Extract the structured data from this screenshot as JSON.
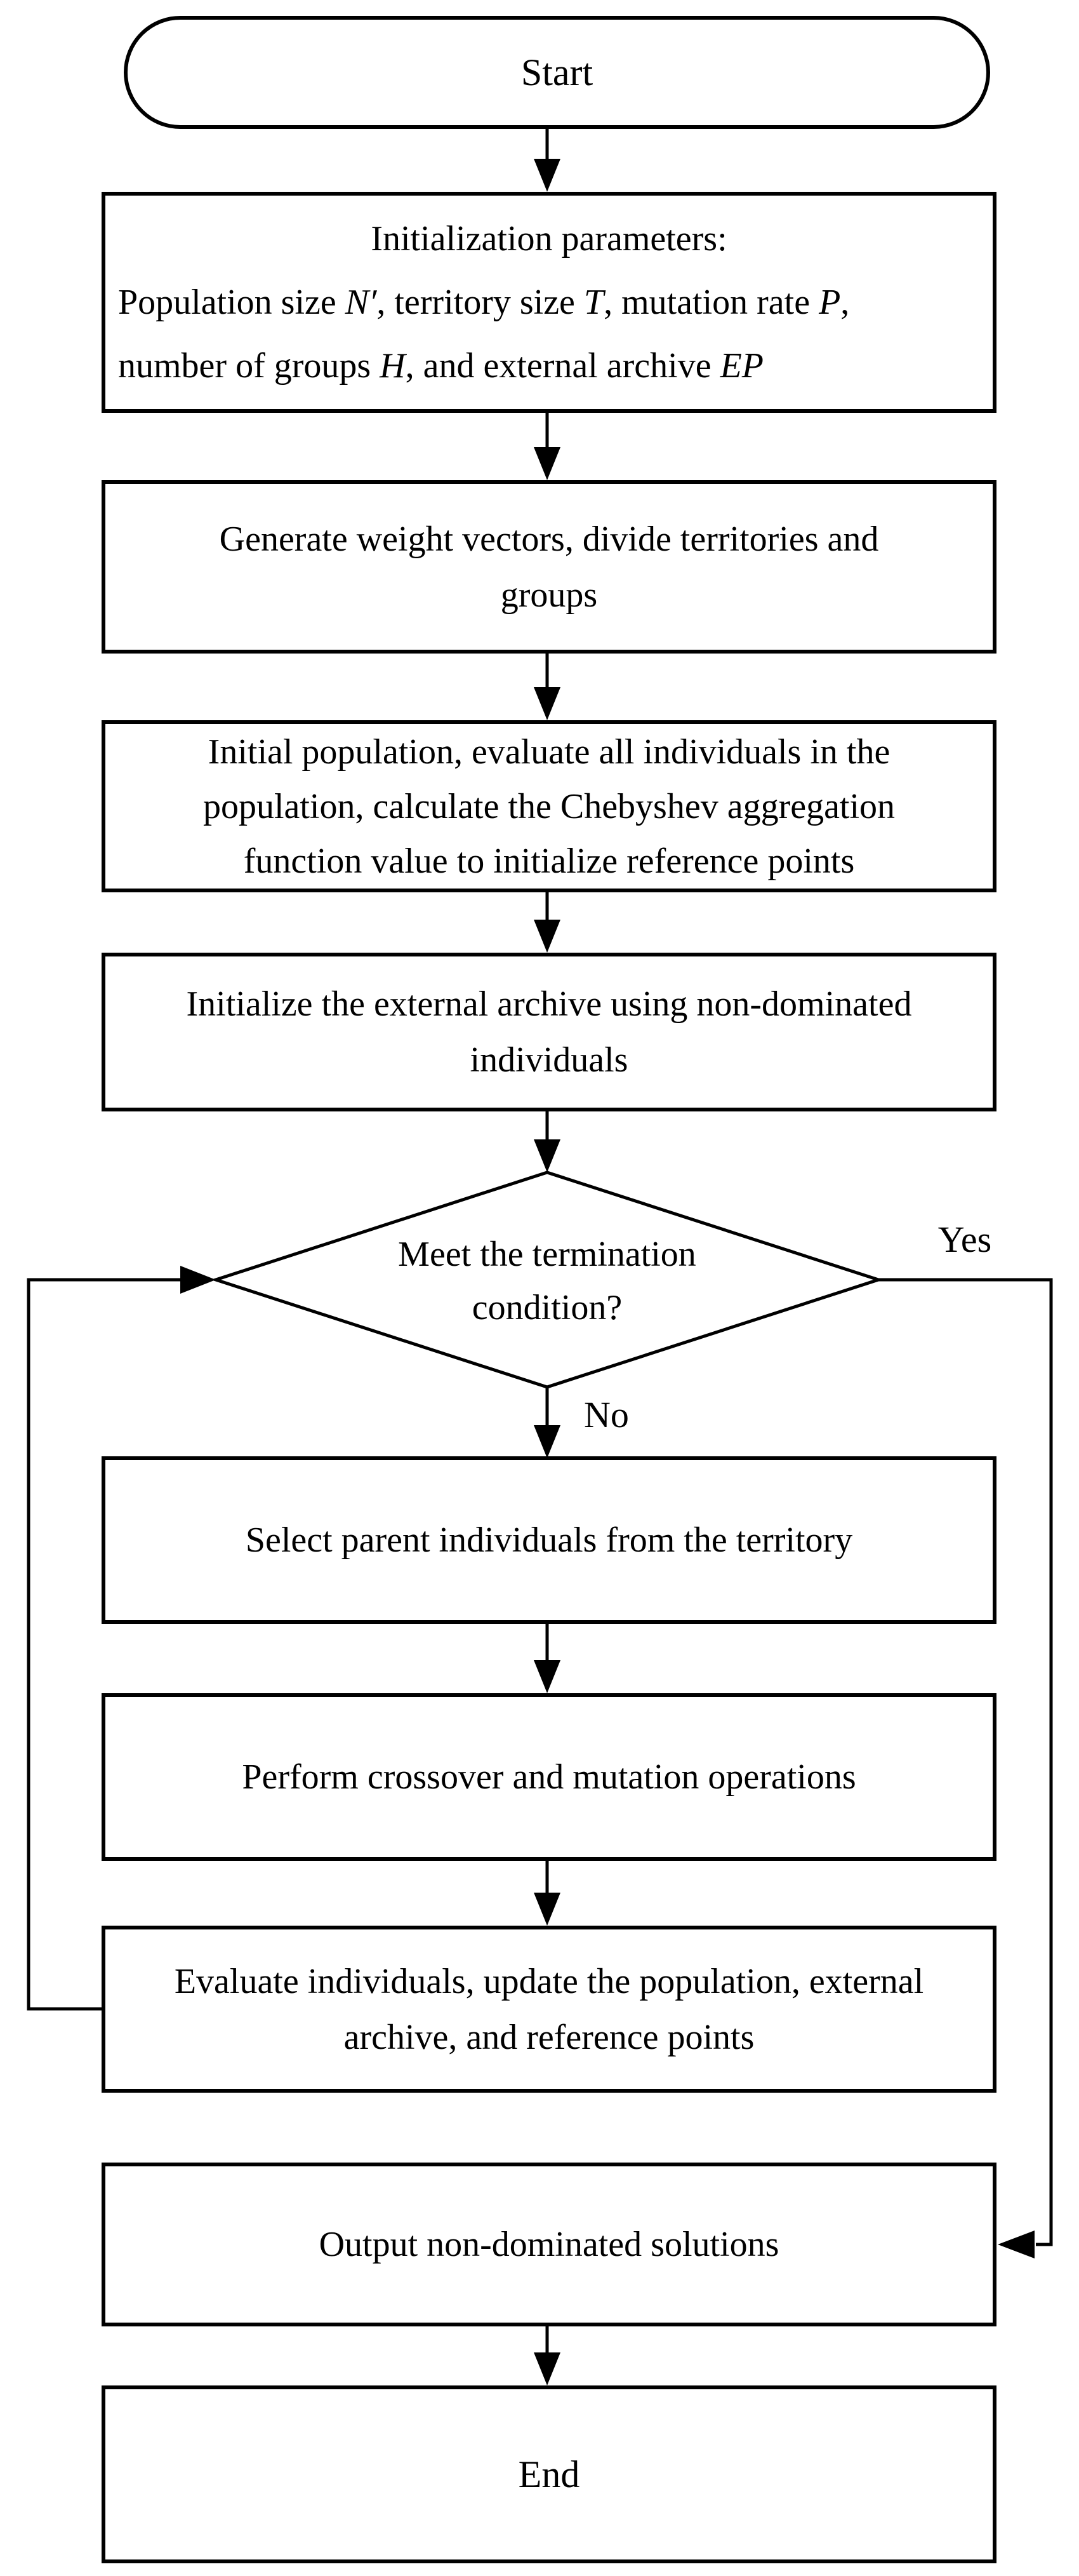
{
  "page": {
    "background_color": "#ffffff",
    "ink_color": "#000000"
  },
  "flowchart": {
    "nodes": {
      "start": {
        "type": "terminator",
        "label": "Start"
      },
      "init_params": {
        "type": "process",
        "line1": "Initialization parameters:",
        "line2": "Population size *N′*, territory size *T*, mutation rate *P*,",
        "line3": "number of groups *H*, and external archive *EP*"
      },
      "generate_weights": {
        "type": "process",
        "text": "Generate weight vectors, divide territories and\ngroups"
      },
      "init_population": {
        "type": "process",
        "text": "Initial population, evaluate all individuals in the\npopulation, calculate the Chebyshev aggregation\nfunction value to initialize reference points"
      },
      "init_archive": {
        "type": "process",
        "text": "Initialize the external archive using non-dominated\nindividuals"
      },
      "termination": {
        "type": "decision",
        "text": "Meet the termination\ncondition?"
      },
      "select_parents": {
        "type": "process",
        "text": "Select parent individuals from the territory"
      },
      "crossover_mutation": {
        "type": "process",
        "text": "Perform crossover and mutation operations"
      },
      "evaluate_update": {
        "type": "process",
        "text": "Evaluate individuals, update the population, external\narchive, and reference points"
      },
      "output": {
        "type": "process",
        "text": "Output non-dominated solutions"
      },
      "end": {
        "type": "terminator",
        "label": "End"
      }
    },
    "labels": {
      "yes": "Yes",
      "no": "No"
    },
    "edges": [
      {
        "from": "start",
        "to": "init_params"
      },
      {
        "from": "init_params",
        "to": "generate_weights"
      },
      {
        "from": "generate_weights",
        "to": "init_population"
      },
      {
        "from": "init_population",
        "to": "init_archive"
      },
      {
        "from": "init_archive",
        "to": "termination"
      },
      {
        "from": "termination",
        "to": "select_parents",
        "label": "No"
      },
      {
        "from": "termination",
        "to": "output",
        "label": "Yes"
      },
      {
        "from": "select_parents",
        "to": "crossover_mutation"
      },
      {
        "from": "crossover_mutation",
        "to": "evaluate_update"
      },
      {
        "from": "evaluate_update",
        "to": "termination"
      },
      {
        "from": "output",
        "to": "end"
      }
    ]
  }
}
